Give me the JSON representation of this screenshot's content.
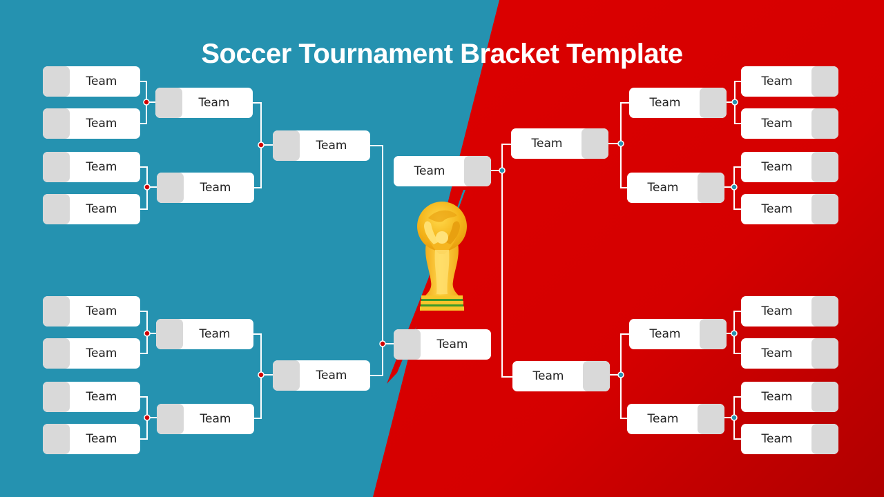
{
  "title": "Soccer Tournament Bracket Template",
  "colors": {
    "left_bg": "#2592b0",
    "right_bg": "#d90000",
    "right_bg_dark": "#b50000",
    "box": "#ffffff",
    "box_shade": "#d9d9d9",
    "left_dot": "#d10000",
    "right_dot": "#2592b0",
    "line": "#ffffff"
  },
  "icons": {
    "trophy": "trophy-icon"
  },
  "bracket": {
    "left": {
      "round1": [
        {
          "label": "Team"
        },
        {
          "label": "Team"
        },
        {
          "label": "Team"
        },
        {
          "label": "Team"
        },
        {
          "label": "Team"
        },
        {
          "label": "Team"
        },
        {
          "label": "Team"
        },
        {
          "label": "Team"
        }
      ],
      "round2": [
        {
          "label": "Team"
        },
        {
          "label": "Team"
        },
        {
          "label": "Team"
        },
        {
          "label": "Team"
        }
      ],
      "round3": [
        {
          "label": "Team"
        },
        {
          "label": "Team"
        }
      ]
    },
    "final": {
      "right_finalist": {
        "label": "Team"
      },
      "left_finalist": {
        "label": "Team"
      }
    },
    "right": {
      "round1": [
        {
          "label": "Team"
        },
        {
          "label": "Team"
        },
        {
          "label": "Team"
        },
        {
          "label": "Team"
        },
        {
          "label": "Team"
        },
        {
          "label": "Team"
        },
        {
          "label": "Team"
        },
        {
          "label": "Team"
        }
      ],
      "round2": [
        {
          "label": "Team"
        },
        {
          "label": "Team"
        },
        {
          "label": "Team"
        },
        {
          "label": "Team"
        }
      ],
      "round3": [
        {
          "label": "Team"
        },
        {
          "label": "Team"
        }
      ]
    }
  }
}
